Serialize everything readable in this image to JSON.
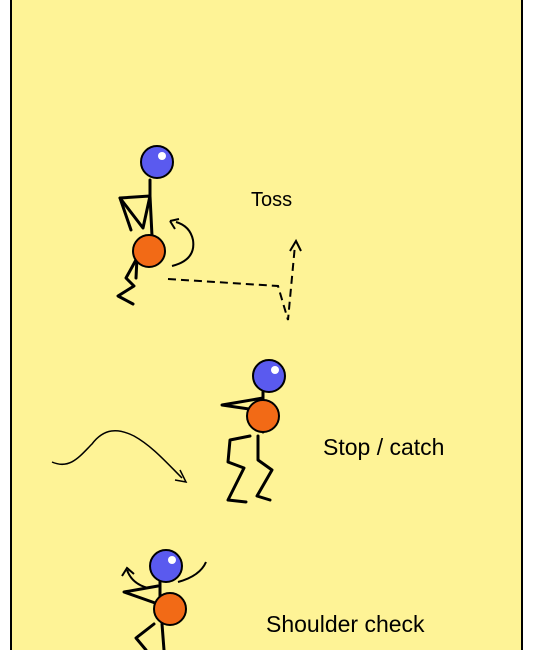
{
  "colors": {
    "background": "#fef396",
    "head": "#5a5aef",
    "ball": "#f26a16",
    "line": "#000000"
  },
  "labels": {
    "toss": "Toss",
    "stop_catch": "Stop / catch",
    "shoulder_check": "Shoulder check"
  }
}
